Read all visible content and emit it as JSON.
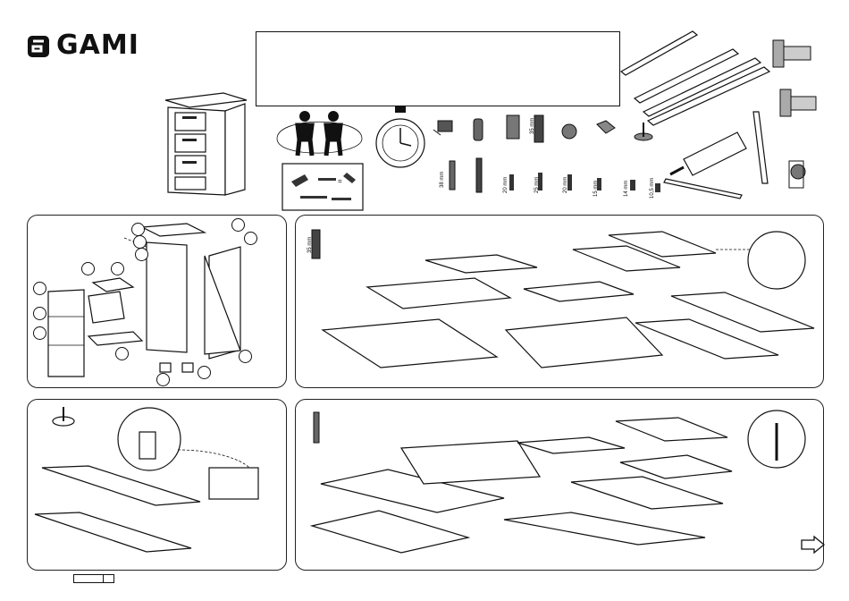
{
  "brand": {
    "name": "GAMI"
  },
  "hardware": {
    "measure_label_1": "35 mm",
    "measure_label_2": "35 mm",
    "screw_labels": [
      "38 mm",
      "20 mm",
      "25 mm",
      "20 mm",
      "15 mm",
      "14 mm",
      "10,5 mm"
    ]
  },
  "step2": {
    "measure_label": "35 mm"
  },
  "icons": {
    "two_persons": "two-person-assembly-icon",
    "clock": "stopwatch-icon",
    "next": "next-page-arrow-icon"
  }
}
